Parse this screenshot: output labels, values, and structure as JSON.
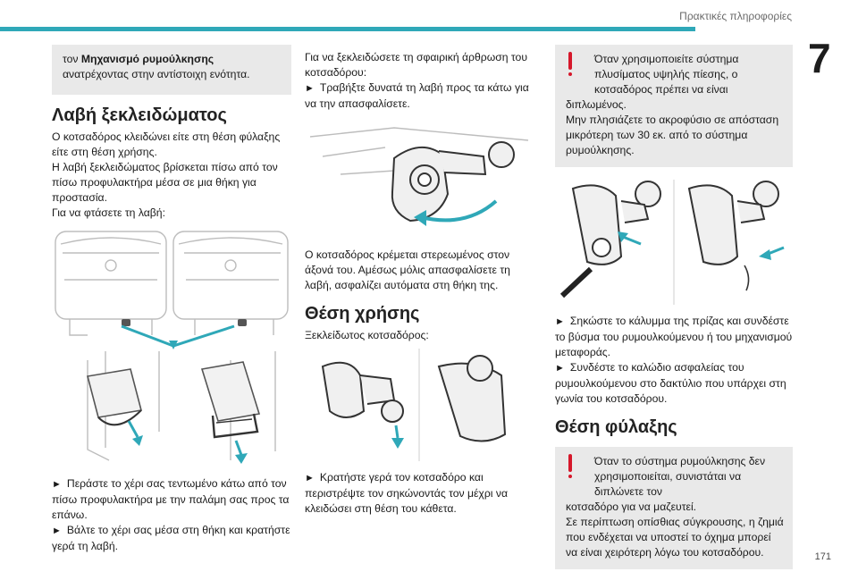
{
  "header": {
    "section_title": "Πρακτικές πληροφορίες",
    "chapter": "7",
    "page_number": "171"
  },
  "col1": {
    "note_prefix": "τον ",
    "note_bold": "Μηχανισμό ρυμούλκησης",
    "note_suffix": " ανατρέχοντας στην αντίστοιχη ενότητα.",
    "heading": "Λαβή ξεκλειδώματος",
    "p1": "Ο κοτσαδόρος κλειδώνει είτε στη θέση φύλαξης είτε στη θέση χρήσης.",
    "p2": "Η λαβή ξεκλειδώματος βρίσκεται πίσω από τον πίσω προφυλακτήρα μέσα σε μια θήκη για προστασία.",
    "p3": "Για να φτάσετε τη λαβή:",
    "step1": "Περάστε το χέρι σας τεντωμένο κάτω από τον πίσω προφυλακτήρα με την παλάμη σας προς τα επάνω.",
    "step2": "Βάλτε το χέρι σας μέσα στη θήκη και κρατήστε γερά τη λαβή."
  },
  "col2": {
    "p1": "Για να ξεκλειδώσετε τη σφαιρική άρθρωση του κοτσαδόρου:",
    "step1": "Τραβήξτε δυνατά τη λαβή προς τα κάτω για να την απασφαλίσετε.",
    "p2": "Ο κοτσαδόρος κρέμεται στερεωμένος στον άξονά του. Αμέσως μόλις απασφαλίσετε τη λαβή, ασφαλίζει αυτόματα στη θήκη της.",
    "heading": "Θέση χρήσης",
    "p3": "Ξεκλείδωτος κοτσαδόρος:",
    "step2": "Κρατήστε γερά τον κοτσαδόρο και περιστρέψτε τον σηκώνοντάς τον μέχρι να κλειδώσει στη θέση του κάθετα."
  },
  "col3": {
    "warn1_lead": "Όταν χρησιμοποιείτε σύστημα πλυσίματος υψηλής πίεσης, ο κοτσαδόρος πρέπει να είναι",
    "warn1_rest": "διπλωμένος.",
    "warn1_p2": "Μην πλησιάζετε το ακροφύσιο σε απόσταση μικρότερη των 30 εκ. από το σύστημα ρυμούλκησης.",
    "step1": "Σηκώστε το κάλυμμα της πρίζας και συνδέστε το βύσμα του ρυμουλκούμενου ή του μηχανισμού μεταφοράς.",
    "step2": "Συνδέστε το καλώδιο ασφαλείας του ρυμουλκούμενου στο δακτύλιο που υπάρχει στη γωνία του κοτσαδόρου.",
    "heading": "Θέση φύλαξης",
    "warn2_lead": "Όταν το σύστημα ρυμούλκησης δεν χρησιμοποιείται, συνιστάται να διπλώνετε τον",
    "warn2_rest": "κοτσαδόρο για να μαζευτεί.",
    "warn2_p2": "Σε περίπτωση οπίσθιας σύγκρουσης, η ζημιά που ενδέχεται να υποστεί το όχημα μπορεί να είναι χειρότερη λόγω του κοτσαδόρου."
  },
  "icons": {
    "step_arrow": "►",
    "warning": "warning-icon"
  },
  "colors": {
    "accent": "#2fa8b8",
    "warning": "#d6172a",
    "box": "#e9e9e9"
  }
}
